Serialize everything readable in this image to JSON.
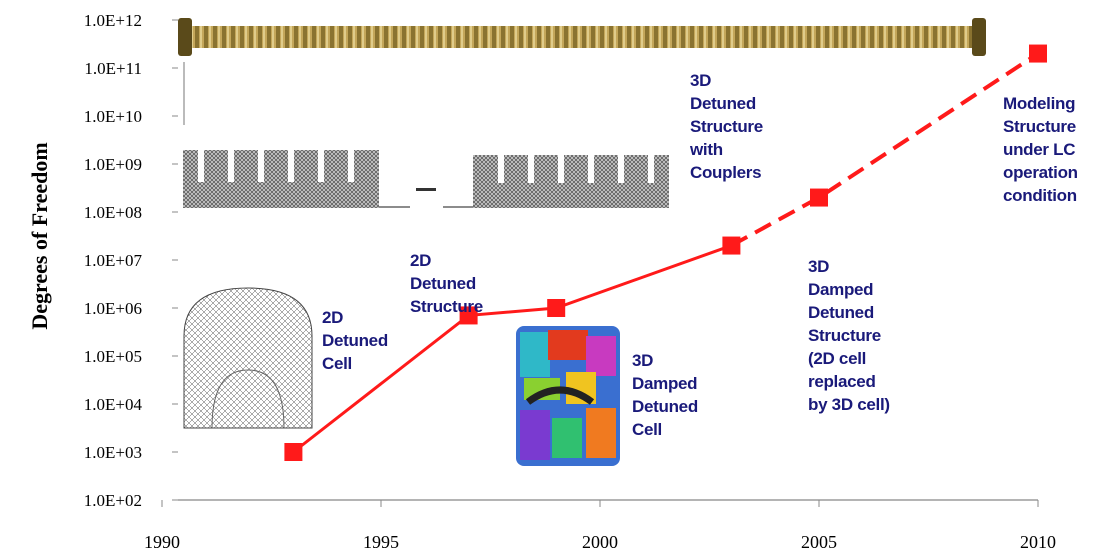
{
  "chart_data": {
    "type": "line",
    "ylabel": "Degrees of Freedom",
    "xlabel": "",
    "yscale": "log",
    "xlim": [
      1990,
      2010
    ],
    "ylim": [
      100,
      1000000000000
    ],
    "x_ticks": [
      "1990",
      "1995",
      "2000",
      "2005",
      "2010"
    ],
    "y_ticks": [
      "1.0E+02",
      "1.0E+03",
      "1.0E+04",
      "1.0E+05",
      "1.0E+06",
      "1.0E+07",
      "1.0E+08",
      "1.0E+09",
      "1.0E+10",
      "1.0E+11",
      "1.0E+12"
    ],
    "grid": false,
    "series": [
      {
        "color": "#ff1a1a",
        "points": [
          {
            "x": 1993,
            "y": 1000
          },
          {
            "x": 1997,
            "y": 700000
          },
          {
            "x": 1999,
            "y": 1000000
          },
          {
            "x": 2003,
            "y": 20000000
          },
          {
            "x": 2005,
            "y": 200000000
          },
          {
            "x": 2010,
            "y": 200000000000
          }
        ],
        "solid_until_x": 2003,
        "dashed_from_x": 2003
      }
    ],
    "annotations": [
      {
        "lines": [
          "2D",
          "Detuned",
          "Cell"
        ]
      },
      {
        "lines": [
          "2D",
          "Detuned",
          "Structure"
        ]
      },
      {
        "lines": [
          "3D",
          "Damped",
          "Detuned",
          "Cell"
        ]
      },
      {
        "lines": [
          "3D",
          "Detuned",
          "Structure",
          "with",
          "Couplers"
        ]
      },
      {
        "lines": [
          "3D",
          "Damped",
          "Detuned",
          "Structure",
          "(2D cell",
          "replaced",
          "by 3D cell)"
        ]
      },
      {
        "lines": [
          "Modeling",
          "Structure",
          "under LC",
          "operation",
          "condition"
        ]
      }
    ]
  },
  "colors": {
    "series": "#ff1a1a",
    "annotation": "#1a1a7a",
    "axis": "#888888"
  },
  "images": [
    {
      "name": "accelerator-structure-image"
    },
    {
      "name": "2d-structure-mesh-image"
    },
    {
      "name": "2d-cell-mesh-image"
    },
    {
      "name": "3d-damped-cell-image"
    }
  ]
}
